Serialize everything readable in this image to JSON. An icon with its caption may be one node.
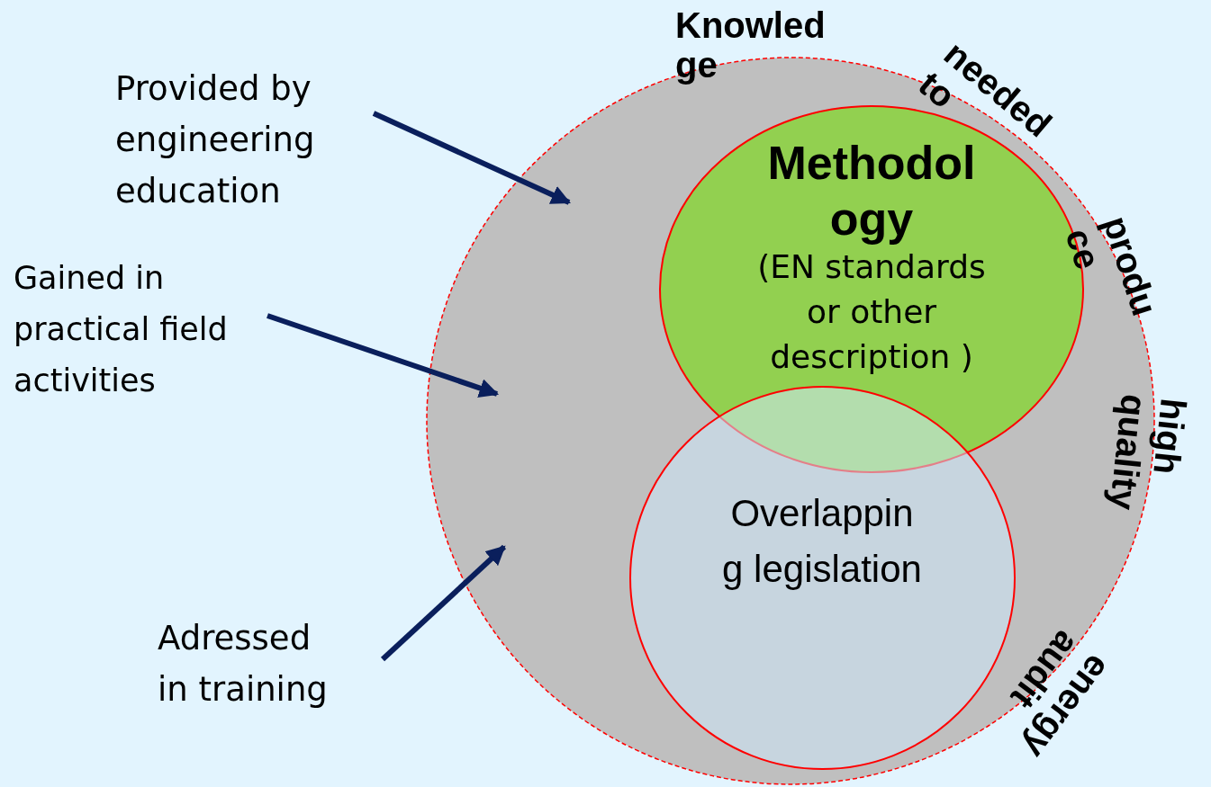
{
  "diagram": {
    "nodes": [
      {
        "text": [
          "Knowled ge",
          "needed to",
          "produ ce",
          "high quality",
          "energy audit"
        ]
      },
      {
        "text": [
          "Methodol ogy",
          "(EN standards or other description )"
        ],
        "in": 0
      },
      {
        "text": [
          "Overlappin g legislation"
        ],
        "in": 0
      },
      {
        "text": [
          "Provided by engineering education"
        ]
      },
      {
        "text": [
          "Gained in practical field activities"
        ]
      },
      {
        "text": [
          "Adressed in training"
        ]
      }
    ],
    "edges": [
      {
        "from": 3,
        "to": 0,
        "arrow": "to"
      },
      {
        "from": 4,
        "to": 0,
        "arrow": "to"
      },
      {
        "from": 5,
        "to": 0,
        "arrow": "to"
      }
    ]
  }
}
